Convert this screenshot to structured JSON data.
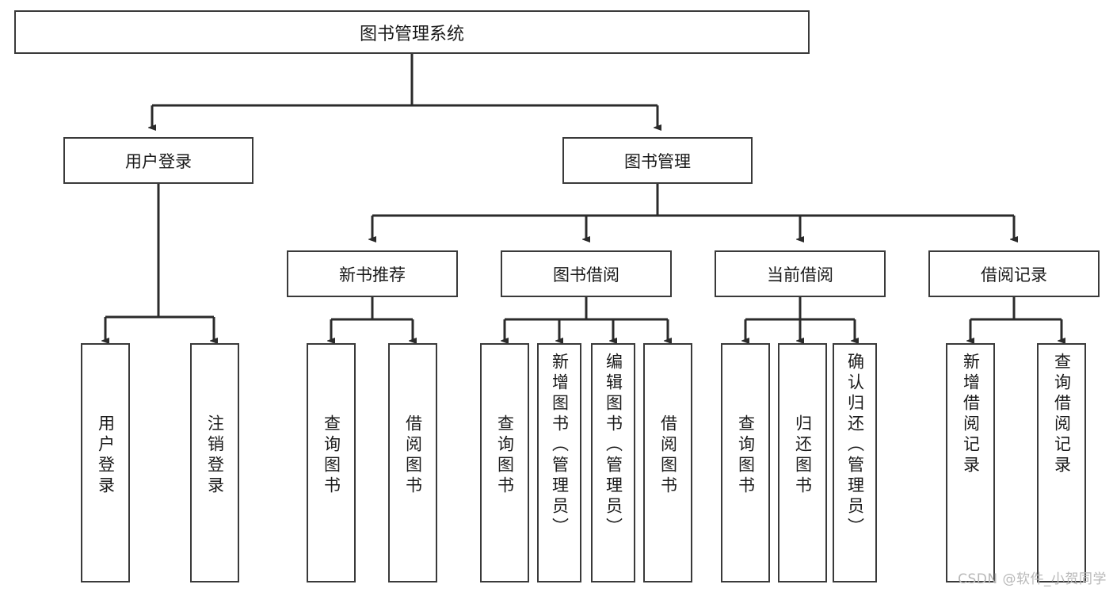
{
  "diagram": {
    "type": "tree",
    "title": "图书管理系统",
    "watermark": "CSDN @软件_小贺同学",
    "colors": {
      "box_border": "#3a3a3a",
      "box_fill": "#ffffff",
      "edge": "#2b2b2b",
      "text": "#1a1a1a",
      "watermark": "#b8b8b8"
    },
    "root": {
      "label": "图书管理系统"
    },
    "level1": [
      {
        "label": "用户登录"
      },
      {
        "label": "图书管理"
      }
    ],
    "level2": [
      {
        "label": "新书推荐"
      },
      {
        "label": "图书借阅"
      },
      {
        "label": "当前借阅"
      },
      {
        "label": "借阅记录"
      }
    ],
    "leaves": {
      "user_login": [
        {
          "label": "用户登录"
        },
        {
          "label": "注销登录"
        }
      ],
      "new_book_recommend": [
        {
          "label": "查询图书"
        },
        {
          "label": "借阅图书"
        }
      ],
      "book_borrow": [
        {
          "label": "查询图书"
        },
        {
          "label": "新增图书（管理员）"
        },
        {
          "label": "编辑图书（管理员）"
        },
        {
          "label": "借阅图书"
        }
      ],
      "current_borrow": [
        {
          "label": "查询图书"
        },
        {
          "label": "归还图书"
        },
        {
          "label": "确认归还（管理员）"
        }
      ],
      "borrow_record": [
        {
          "label": "新增借阅记录"
        },
        {
          "label": "查询借阅记录"
        }
      ]
    }
  }
}
